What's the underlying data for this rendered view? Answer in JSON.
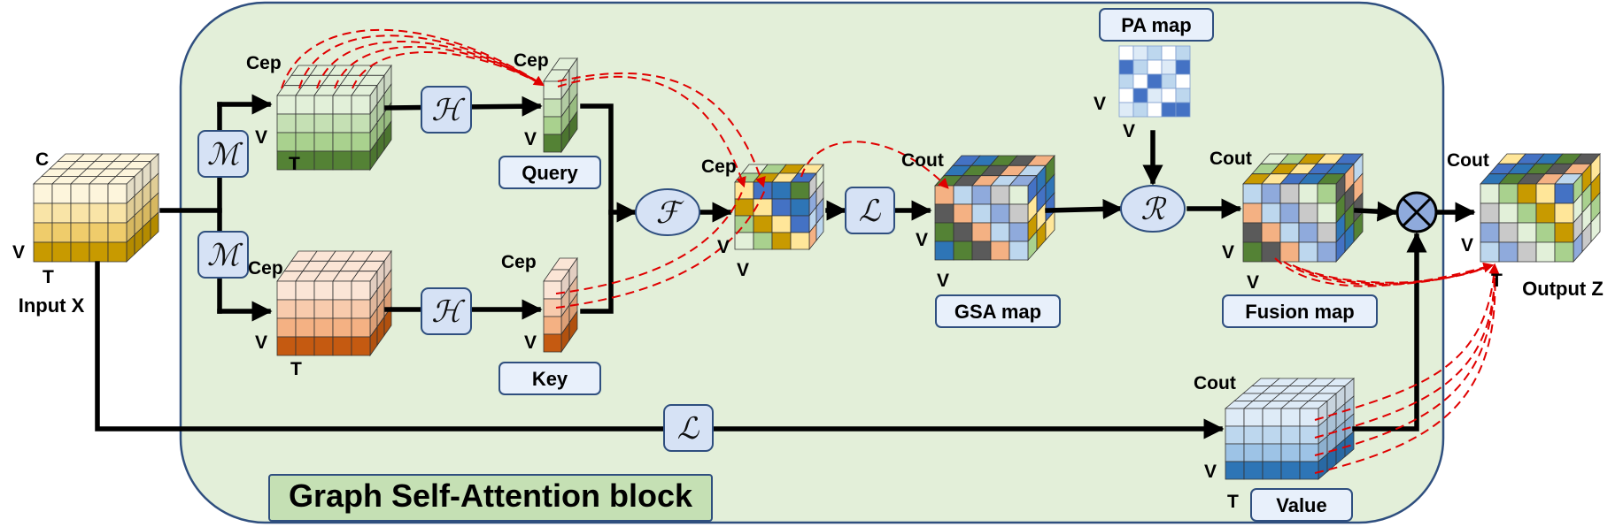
{
  "block": {
    "title": "Graph Self-Attention block"
  },
  "labels": {
    "input": "Input X",
    "output": "Output Z",
    "query": "Query",
    "key": "Key",
    "value": "Value",
    "gsa_map": "GSA map",
    "pa_map": "PA map",
    "fusion_map": "Fusion map"
  },
  "dims": {
    "C": "C",
    "V": "V",
    "T": "T",
    "Cep": "Cep",
    "Cout": "Cout"
  },
  "operators": {
    "M": "ℳ",
    "H": "ℋ",
    "F": "ℱ",
    "L": "ℒ",
    "R": "ℛ",
    "multiply": "⊗"
  },
  "colors": {
    "panel_fill": "#e3efd9",
    "panel_stroke": "#2f4f7f",
    "title_box_fill": "#c5e0b4",
    "label_box_fill": "#e8f0fb",
    "operator_fill": "#d6e2f5",
    "arrow": "#000000",
    "dashed_arrow": "#e00000",
    "input_cube": [
      "#fdf5dc",
      "#f9e4a7",
      "#efcc6b",
      "#c89a00"
    ],
    "query_cube": [
      "#e2f0d9",
      "#c5e0b4",
      "#a9d18e",
      "#548235"
    ],
    "key_cube": [
      "#fbe5d6",
      "#f8cbad",
      "#f4b183",
      "#c55a11"
    ],
    "value_cube": [
      "#deebf7",
      "#bdd7ee",
      "#9dc3e6",
      "#2e75b6"
    ]
  }
}
